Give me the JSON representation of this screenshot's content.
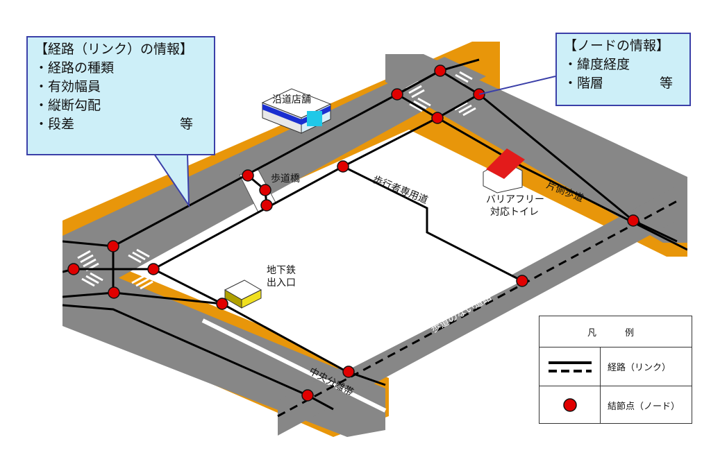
{
  "callout_route": {
    "title": "【経路（リンク）の情報】",
    "items": [
      "・経路の種類",
      "・有効幅員",
      "・縦断勾配",
      "・段差"
    ],
    "suffix": "等"
  },
  "callout_node": {
    "title": "【ノードの情報】",
    "items": [
      "・緯度経度",
      "・階層"
    ],
    "suffix": "等"
  },
  "labels": {
    "shop": "沿道店舗",
    "bridge": "歩道橋",
    "ped_only": "歩行者専用道",
    "toilet_1": "バリアフリー",
    "toilet_2": "対応トイレ",
    "one_side": "片側歩道",
    "subway_1": "地下鉄",
    "subway_2": "出入口",
    "no_sidewalk": "歩道のない道路",
    "median": "中央分離帯"
  },
  "legend": {
    "title": "凡　例",
    "route": "経路（リンク）",
    "node": "結節点（ノード）"
  },
  "colors": {
    "road": "#878787",
    "sidewalk": "#e8960a",
    "route_line": "#000000",
    "node_fill": "#e00000",
    "callout_bg": "#cdeff8",
    "callout_border": "#3a3fa8",
    "toilet_roof": "#e31b1b",
    "subway_top": "#f0e020"
  }
}
